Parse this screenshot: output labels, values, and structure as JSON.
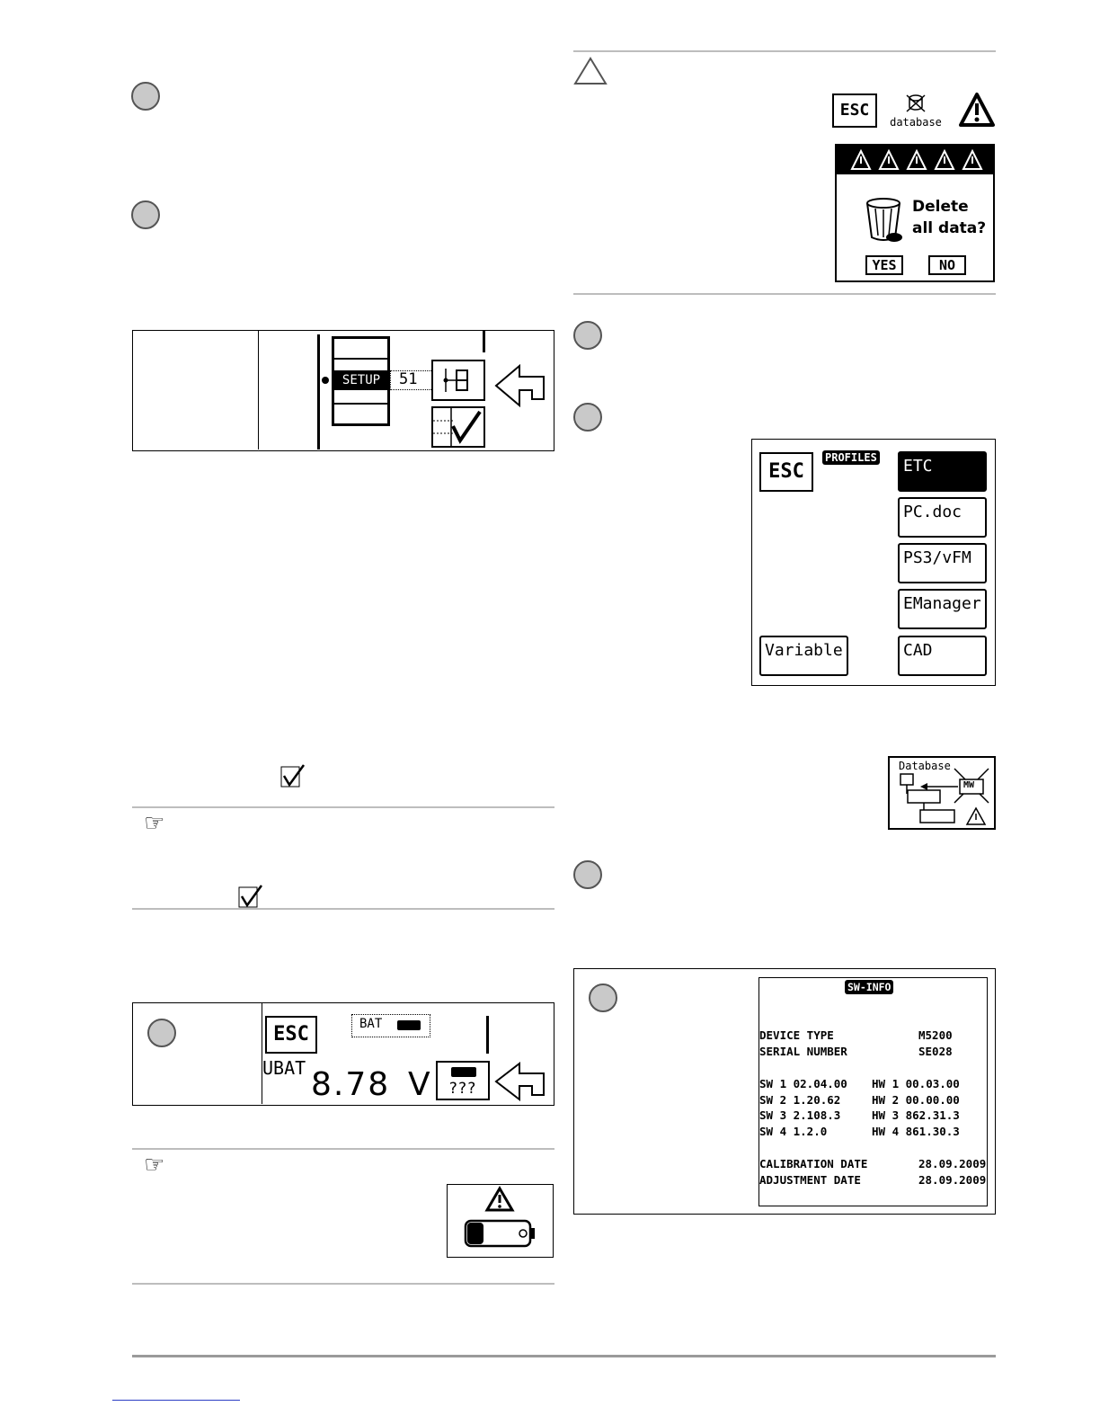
{
  "setup_screen": {
    "setup_label": "SETUP",
    "code": "51"
  },
  "battery_screen": {
    "esc_label": "ESC",
    "bat_label": "BAT",
    "ubat_label": "UBAT",
    "value": "8.78",
    "unit": "V",
    "unknown_label": "???"
  },
  "database_warning": {
    "esc_label": "ESC",
    "database_label": "database"
  },
  "delete_dialog": {
    "question_line1": "Delete",
    "question_line2": "all data?",
    "yes_label": "YES",
    "no_label": "NO"
  },
  "profiles": {
    "esc_label": "ESC",
    "header": "PROFILES",
    "items": [
      "ETC",
      "PC.doc",
      "PS3/vFM",
      "EManager",
      "CAD"
    ],
    "selected": "ETC",
    "variable_label": "Variable"
  },
  "database_icon": {
    "label": "Database",
    "mw_label": "MW"
  },
  "sw_info": {
    "header": "SW-INFO",
    "device_type_label": "DEVICE TYPE",
    "device_type_value": "M5200",
    "serial_label": "SERIAL NUMBER",
    "serial_value": "SE028",
    "rows": [
      {
        "sw": "SW 1 02.04.00",
        "hw": "HW 1 00.03.00"
      },
      {
        "sw": "SW 2 1.20.62",
        "hw": "HW 2 00.00.00"
      },
      {
        "sw": "SW 3 2.108.3",
        "hw": "HW 3 862.31.3"
      },
      {
        "sw": "SW 4 1.2.0",
        "hw": "HW 4 861.30.3"
      }
    ],
    "calibration_label": "CALIBRATION DATE",
    "calibration_value": "28.09.2009",
    "adjustment_label": "ADJUSTMENT DATE",
    "adjustment_value": "28.09.2009"
  }
}
